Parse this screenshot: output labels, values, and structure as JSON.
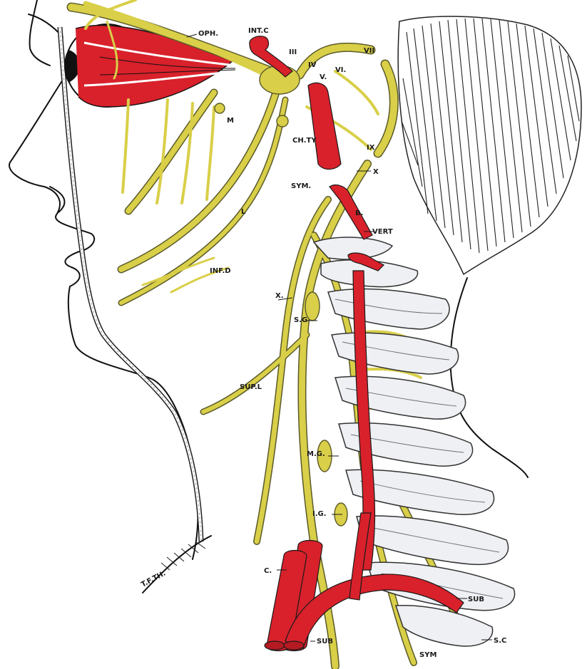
{
  "colors": {
    "nerve": "#d9cf48",
    "artery": "#d8212b",
    "outline": "#111111",
    "bone": "#eef0f3",
    "background": "#ffffff"
  },
  "labels": {
    "oph": "OPH.",
    "int_c": "INT.C",
    "iii": "III",
    "iv": "IV",
    "vi": "VI.",
    "v": "V.",
    "vii": "VII",
    "m": "M",
    "ch_ty": "CH.TY",
    "ix": "IX",
    "x_upper": "X",
    "sym_upper": "SYM.",
    "b": "B.",
    "vert": "VERT",
    "l": "L",
    "inf_d": "INF.D",
    "x_mid": "X.",
    "s_g": "S.G",
    "sup_l": "SUP.L",
    "m_g": "M.G.",
    "i_g": "I.G.",
    "c": "C.",
    "sub_lower": "SUB",
    "sub_right": "SUB",
    "s_c": "S.C",
    "sym_lower": "SYM",
    "signature": "T.F.TH."
  }
}
